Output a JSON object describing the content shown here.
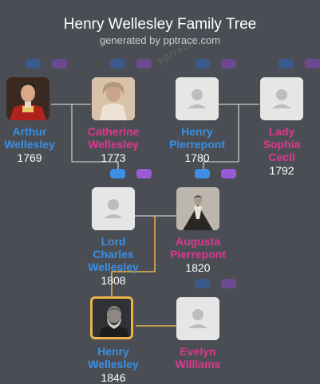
{
  "title": "Henry Wellesley Family Tree",
  "subtitle": "generated by pptrace.com",
  "watermark": "pptrace",
  "colors": {
    "male": "#3b8fe6",
    "female": "#e0378f",
    "highlight": "#e9b34a",
    "background": "#4a4e54"
  },
  "people": [
    {
      "id": "arthur",
      "name_lines": [
        "Arthur",
        "Wellesley"
      ],
      "year": "1769",
      "gender": "male",
      "photo": "portrait-soldier"
    },
    {
      "id": "catherine",
      "name_lines": [
        "Catherine",
        "Wellesley"
      ],
      "year": "1773",
      "gender": "female",
      "photo": "portrait-lady"
    },
    {
      "id": "henry_p",
      "name_lines": [
        "Henry",
        "Pierrepont"
      ],
      "year": "1780",
      "gender": "male",
      "photo": "placeholder"
    },
    {
      "id": "sophia",
      "name_lines": [
        "Lady",
        "Sophia",
        "Cecil"
      ],
      "year": "1792",
      "gender": "female",
      "photo": "placeholder"
    },
    {
      "id": "charles",
      "name_lines": [
        "Lord",
        "Charles",
        "Wellesley"
      ],
      "year": "1808",
      "gender": "male",
      "photo": "placeholder"
    },
    {
      "id": "augusta",
      "name_lines": [
        "Augusta",
        "Pierrepont"
      ],
      "year": "1820",
      "gender": "female",
      "photo": "portrait-gown"
    },
    {
      "id": "henry_w",
      "name_lines": [
        "Henry",
        "Wellesley"
      ],
      "year": "1846",
      "gender": "male",
      "photo": "portrait-bearded",
      "selected": true
    },
    {
      "id": "evelyn",
      "name_lines": [
        "Evelyn",
        "Williams"
      ],
      "year": "",
      "gender": "female",
      "photo": "placeholder"
    }
  ]
}
